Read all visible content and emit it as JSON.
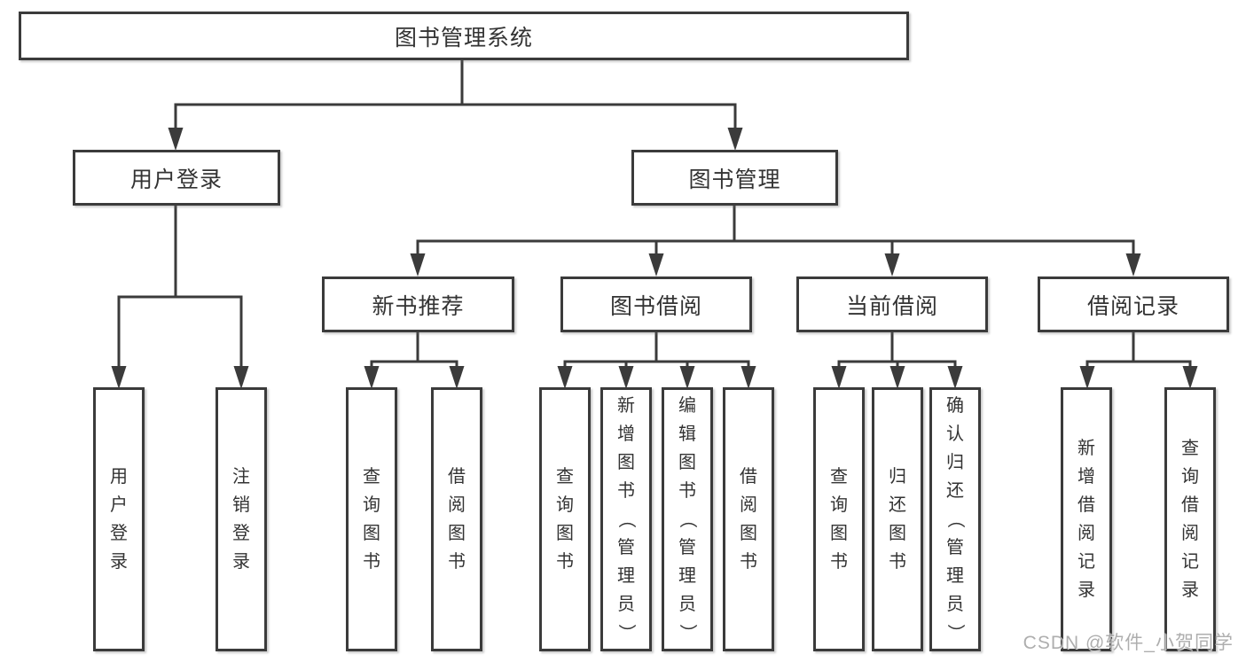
{
  "diagram": {
    "root": {
      "label": "图书管理系统"
    },
    "level1": [
      {
        "label": "用户登录"
      },
      {
        "label": "图书管理"
      }
    ],
    "level2": [
      {
        "label": "新书推荐"
      },
      {
        "label": "图书借阅"
      },
      {
        "label": "当前借阅"
      },
      {
        "label": "借阅记录"
      }
    ],
    "leaves": [
      {
        "label": "用户登录"
      },
      {
        "label": "注销登录"
      },
      {
        "label": "查询图书"
      },
      {
        "label": "借阅图书"
      },
      {
        "label": "查询图书"
      },
      {
        "label": "新增图书（管理员）"
      },
      {
        "label": "编辑图书（管理员）"
      },
      {
        "label": "借阅图书"
      },
      {
        "label": "查询图书"
      },
      {
        "label": "归还图书"
      },
      {
        "label": "确认归还（管理员）"
      },
      {
        "label": "新增借阅记录"
      },
      {
        "label": "查询借阅记录"
      }
    ]
  },
  "watermark": {
    "text": "CSDN @软件_小贺同学"
  },
  "colors": {
    "line": "#3b3b3b",
    "text": "#333333",
    "background": "#ffffff",
    "watermark": "#a5a5a5"
  }
}
